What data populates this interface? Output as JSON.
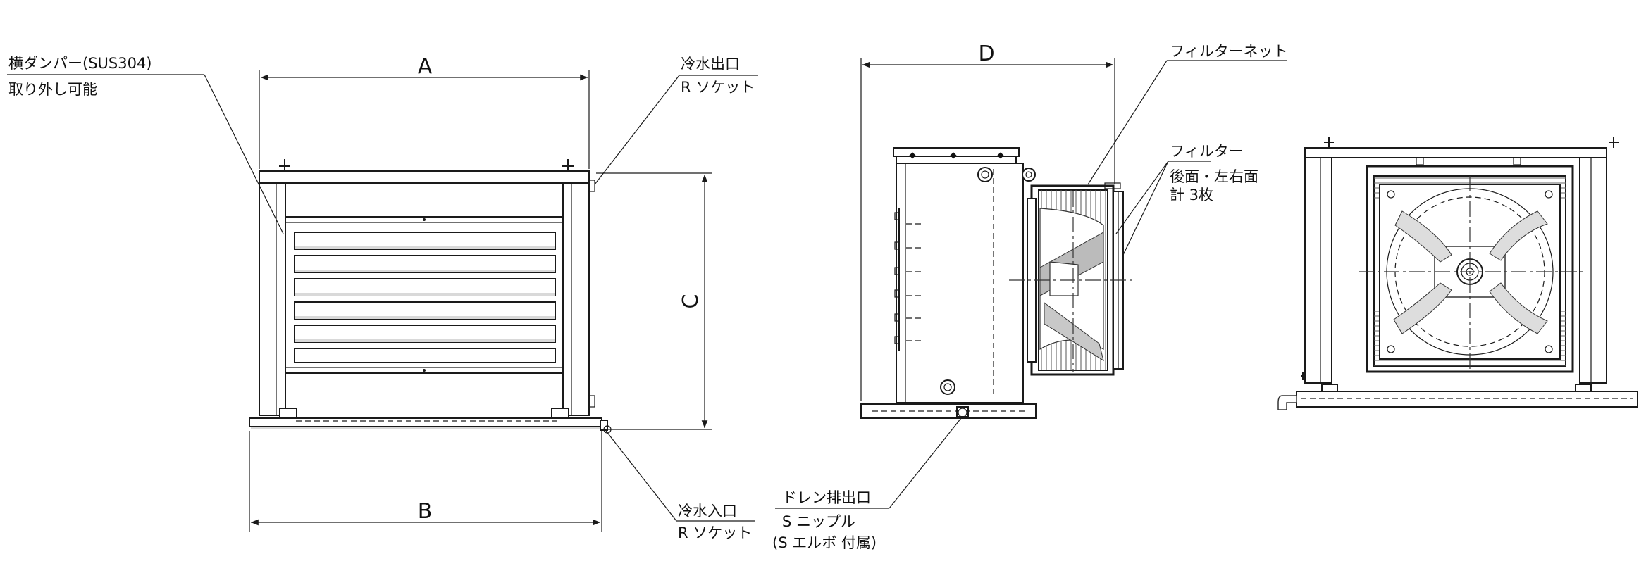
{
  "labels": {
    "damper_title": "横ダンパー(SUS304)",
    "damper_note": "取り外し可能",
    "outlet_title": "冷水出口",
    "outlet_note": "R ソケット",
    "inlet_title": "冷水入口",
    "inlet_note": "R ソケット",
    "filter_net": "フィルターネット",
    "filter_title": "フィルター",
    "filter_note1": "後面・左右面",
    "filter_note2": "計 3枚",
    "drain_title": "ドレン排出口",
    "drain_note1": "S ニップル",
    "drain_note2": "(S エルボ 付属)"
  },
  "dimensions": {
    "a": "A",
    "b": "B",
    "c": "C",
    "d": "D"
  }
}
